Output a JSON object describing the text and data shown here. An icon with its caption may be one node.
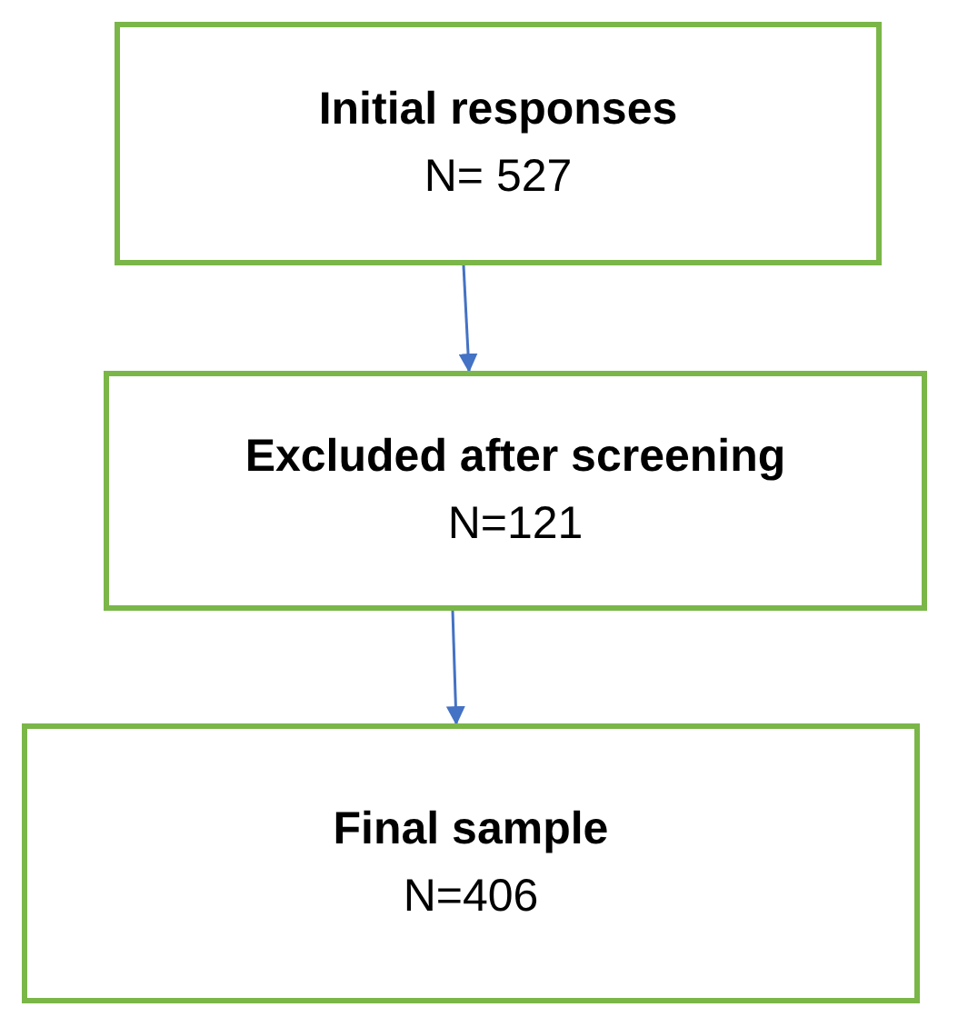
{
  "diagram": {
    "nodes": [
      {
        "text": [
          "Initial responses",
          "N= 527"
        ]
      },
      {
        "text": [
          "Excluded after screening",
          "N=121"
        ]
      },
      {
        "text": [
          "Final sample",
          "N=406"
        ]
      }
    ],
    "edges": [
      {
        "from": 0,
        "to": 1,
        "arrow": "to"
      },
      {
        "from": 1,
        "to": 2,
        "arrow": "to"
      }
    ]
  }
}
